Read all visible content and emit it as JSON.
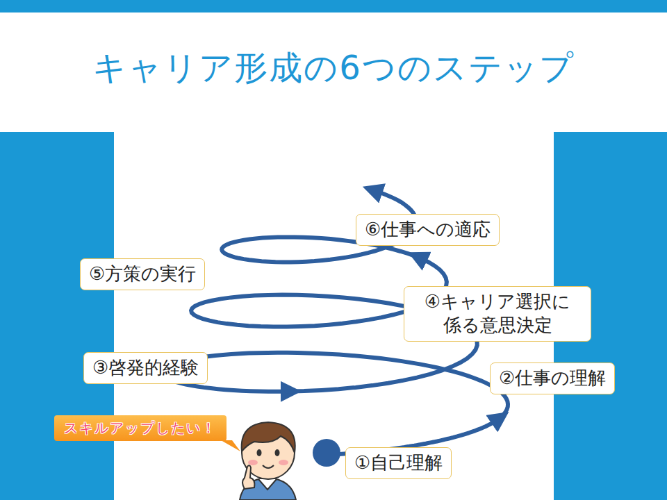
{
  "diagram": {
    "title": "キャリア形成の6つのステップ",
    "nodes": [
      {
        "text": [
          "⑥仕事への適応"
        ]
      },
      {
        "text": [
          "⑤方策の実行"
        ]
      },
      {
        "text": [
          "④キャリア選択に 係る意思決定"
        ]
      },
      {
        "text": [
          "③啓発的経験"
        ]
      },
      {
        "text": [
          "②仕事の理解"
        ]
      },
      {
        "text": [
          "スキルアップしたい！"
        ]
      },
      {
        "text": [
          "①自己理解"
        ]
      }
    ]
  }
}
